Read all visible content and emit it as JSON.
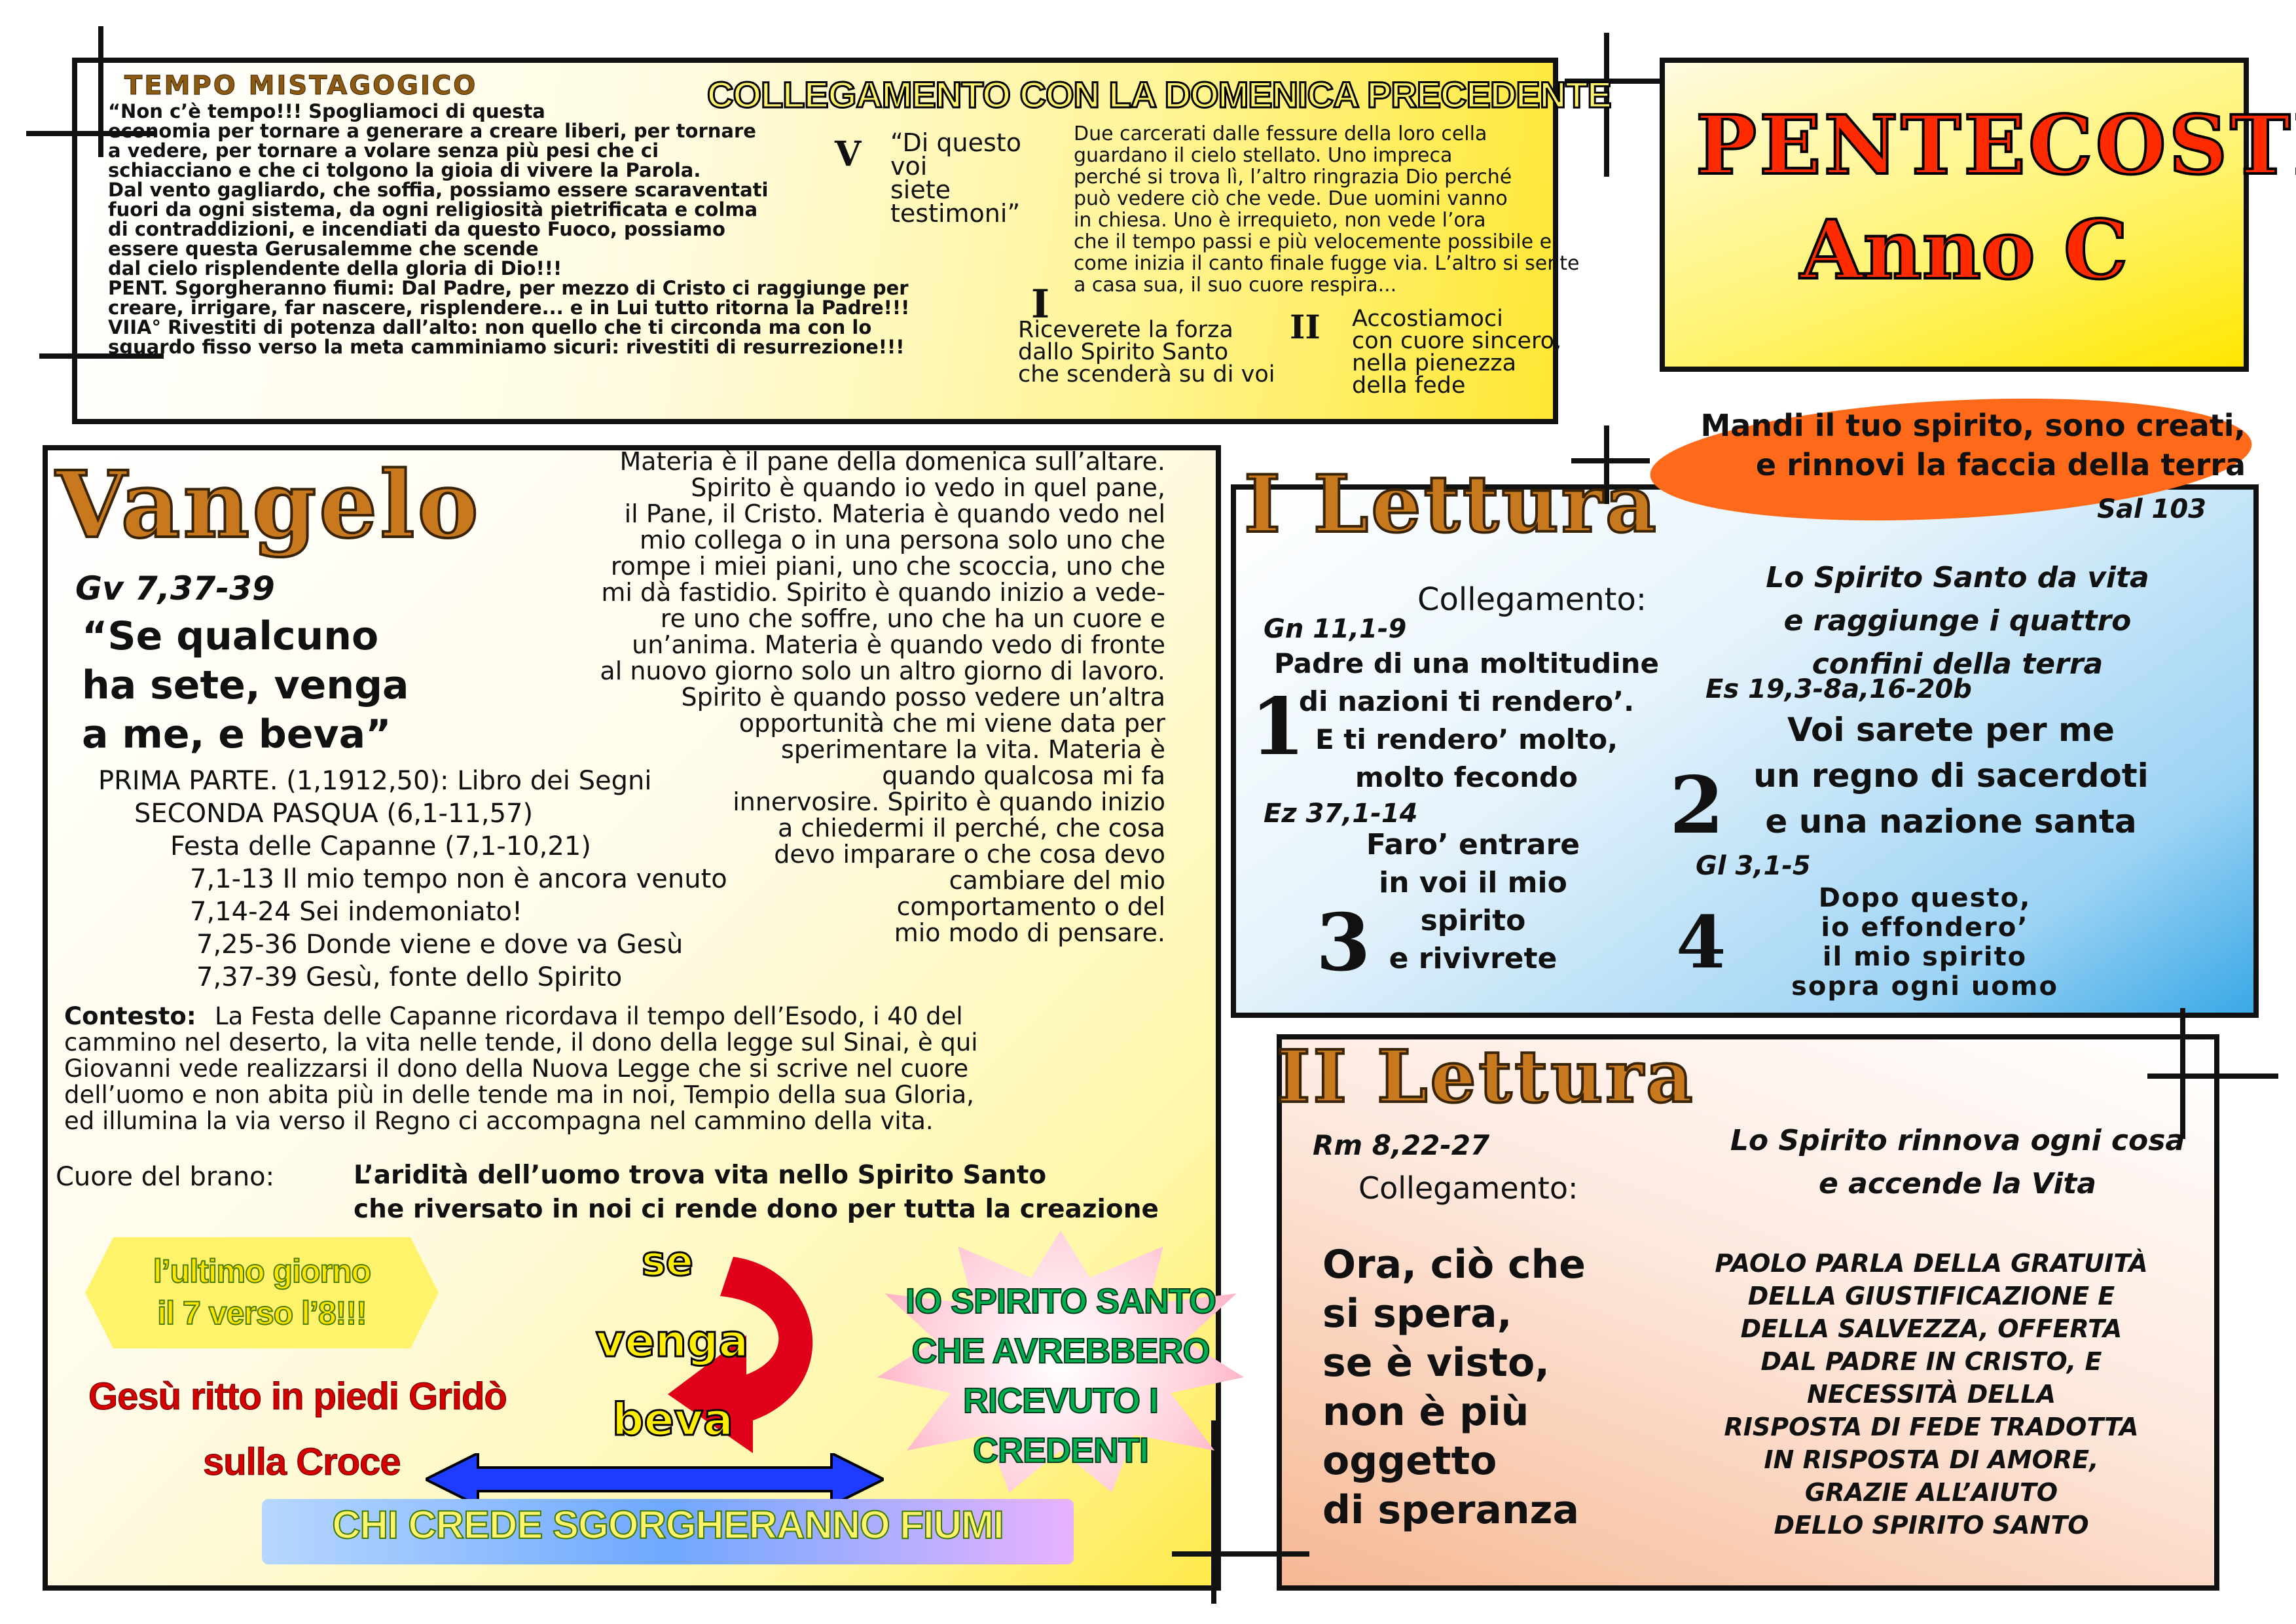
{
  "top": {
    "tempo_title": "TEMPO MISTAGOGICO",
    "tempo_text": "“Non c’è tempo!!! Spogliamoci di questa\neconomia per tornare a generare a creare liberi, per tornare\na vedere, per tornare a volare senza più pesi che ci\nschiacciano e che ci tolgono la gioia di vivere la Parola.\nDal vento gagliardo, che soffia, possiamo essere scaraventati\nfuori da ogni sistema, da ogni religiosità pietrificata e colma\ndi contraddizioni, e incendiati da questo Fuoco, possiamo\nessere questa Gerusalemme che scende\ndal cielo risplendente della gloria di Dio!!!\nPENT. Sgorgheranno fiumi: Dal Padre, per mezzo di Cristo ci raggiunge per\ncreare, irrigare, far nascere, risplendere... e in Lui tutto ritorna la Padre!!!\nVIIA° Rivestiti di potenza dall’alto: non quello che ti circonda ma con lo\nsguardo fisso verso la meta camminiamo sicuri: rivestiti di resurrezione!!!",
    "collegamento_title": "COLLEGAMENTO CON LA DOMENICA PRECEDENTE",
    "roman_v": "V",
    "quote_v": "“Di questo\nvoi\nsiete\ntestimoni”",
    "roman_i": "I",
    "quote_i": "Riceverete la  forza\ndallo Spirito Santo\nche scenderà su di voi",
    "roman_ii": "II",
    "quote_ii": "Accostiamoci\ncon cuore sincero,\nnella pienezza\ndella fede",
    "story": "Due carcerati dalle fessure della loro cella\nguardano il cielo stellato. Uno impreca\nperché si trova lì, l’altro ringrazia Dio perché\npuò vedere ciò che vede. Due uomini vanno\nin chiesa. Uno è irrequieto, non vede l’ora\nche il tempo passi e più velocemente possibile e\ncome inizia il canto finale fugge via. L’altro si sente\na casa sua, il suo cuore respira..."
  },
  "title": {
    "line1": "PENTECOSTE",
    "line2": "Anno C"
  },
  "salmo": {
    "text": "Mandi il tuo spirito, sono creati,\ne rinnovi la faccia della terra",
    "ref": "Sal 103"
  },
  "vangelo": {
    "title": "Vangelo",
    "ref": "Gv 7,37-39",
    "quote": "“Se qualcuno\nha sete, venga\na me, e beva”",
    "structure": [
      "PRIMA PARTE. (1,19‌12,50): Libro dei Segni",
      "SECONDA PASQUA (6,1-11,57)",
      "Festa delle Capanne (7,1-10,21)",
      "7,1-13 Il mio tempo non è ancora venuto",
      "7,14-24 Sei indemoniato!",
      "7,25-36 Donde viene e dove va Gesù",
      "7,37-39 Gesù, fonte dello Spirito"
    ],
    "meditation": "Materia è il pane della domenica sull’altare.\nSpirito è quando io vedo in quel pane,\nil Pane, il Cristo. Materia è quando vedo nel\nmio collega o in una persona solo uno che\nrompe i miei piani, uno che scoccia, uno che\nmi dà fastidio. Spirito è quando inizio a vede-\nre uno che soffre, uno che ha un cuore e\nun’anima. Materia è quando vedo di fronte\nal nuovo giorno solo un altro giorno di lavoro.\nSpirito è quando posso vedere un’altra\nopportunità che mi viene data per\nsperimentare la vita. Materia è\nquando qualcosa mi fa\ninnervosire. Spirito è quando inizio\na chiedermi il perché, che cosa\ndevo imparare o che cosa devo\ncambiare del mio\ncomportamento o del\nmio modo di pensare.",
    "contesto_label": "Contesto:",
    "contesto_text": "La Festa delle Capanne ricordava il tempo dell’Esodo, i 40 del\ncammino nel deserto, la vita nelle tende, il dono della legge sul Sinai, è qui\nGiovanni vede realizzarsi il dono della Nuova Legge che si scrive nel cuore\ndell’uomo e non abita più in delle tende ma in noi, Tempio della sua Gloria,\ned illumina la via verso il Regno ci accompagna nel cammino della vita.",
    "cuore_label": "Cuore del brano:",
    "cuore_text": "L’aridità dell’uomo trova vita nello Spirito Santo\nche riversato in noi ci rende dono per tutta la creazione",
    "ultimo_giorno": "l’ultimo giorno\nil 7 verso l’8!!!",
    "word_se": "se",
    "word_venga": "venga",
    "word_beva": "beva",
    "gesu_gridò": "Gesù ritto in piedi Gridò",
    "sulla_croce": "sulla Croce",
    "spirito_santo": "IO SPIRITO SANTO\nCHE AVREBBERO\nRICEVUTO I CREDENTI",
    "fiumi": "CHI CREDE SGORGHERANNO FIUMI"
  },
  "lettura1": {
    "title": "I Lettura",
    "collegamento": "Collegamento:",
    "theme": "Lo Spirito Santo da vita\ne raggiunge i quattro\nconfini della terra",
    "items": [
      {
        "num": "1",
        "ref": "Gn 11,1-9",
        "text": "Padre di una moltitudine\ndi nazioni ti rendero’.\nE ti rendero’ molto,\nmolto fecondo"
      },
      {
        "num": "2",
        "ref": "Es 19,3-8a,16-20b",
        "text": "Voi sarete per me\nun regno di sacerdoti\ne una nazione santa"
      },
      {
        "num": "3",
        "ref": "Ez 37,1-14",
        "text": "Faro’ entrare\nin voi il mio\nspirito\ne rivivrete"
      },
      {
        "num": "4",
        "ref": "Gl 3,1-5",
        "text": "Dopo questo,\nio effondero’\nil mio spirito\nsopra ogni uomo"
      }
    ]
  },
  "lettura2": {
    "title": "II Lettura",
    "ref": "Rm 8,22-27",
    "collegamento": "Collegamento:",
    "theme": "Lo Spirito rinnova ogni cosa\ne accende la Vita",
    "quote": "Ora, ciò che\nsi spera,\nse è visto,\nnon è più\noggetto\ndi speranza",
    "paolo": "PAOLO PARLA DELLA GRATUITÀ\nDELLA GIUSTIFICAZIONE E\nDELLA SALVEZZA, OFFERTA\nDAL PADRE IN CRISTO, E\nNECESSITÀ DELLA\nRISPOSTA DI FEDE TRADOTTA\nIN RISPOSTA DI AMORE,\nGRAZIE ALL’AIUTO\nDELLO SPIRITO SANTO"
  },
  "colors": {
    "orange_title": "#c8791e",
    "red_title": "#ff2a00",
    "panel_yellow": "#ffe733",
    "panel_blue": "#3aa8e6",
    "panel_peach": "#f6b894",
    "arrow_red": "#e0001a",
    "arrow_blue": "#1e3cff"
  }
}
